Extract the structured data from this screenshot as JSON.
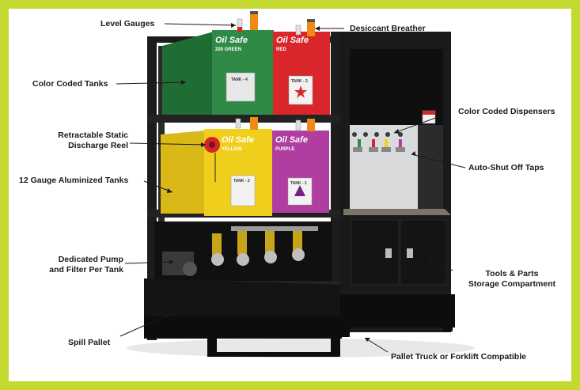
{
  "labels": {
    "level_gauges": "Level Gauges",
    "desiccant_breather": "Desiccant Breather",
    "color_coded_tanks": "Color Coded Tanks",
    "color_coded_dispensers": "Color Coded Dispensers",
    "retractable_reel_line1": "Retractable Static",
    "retractable_reel_line2": "Discharge Reel",
    "auto_shut_off_taps": "Auto-Shut Off Taps",
    "aluminized_tanks": "12 Gauge Aluminized Tanks",
    "pump_line1": "Dedicated Pump",
    "pump_line2": "and Filter Per Tank",
    "tools_line1": "Tools & Parts",
    "tools_line2": "Storage Compartment",
    "spill_pallet": "Spill Pallet",
    "forklift": "Pallet Truck or Forklift Compatible"
  },
  "tanks": [
    {
      "brand": "Oil Safe",
      "sub": "200 GREEN",
      "tag": "TANK - 4",
      "color": "#2e8a44"
    },
    {
      "brand": "Oil Safe",
      "sub": "RED",
      "tag": "TANK - 3",
      "color": "#d8262a"
    },
    {
      "brand": "Oil Safe",
      "sub": "YELLOW",
      "tag": "TANK - 2",
      "color": "#f0cf1c"
    },
    {
      "brand": "Oil Safe",
      "sub": "PURPLE",
      "tag": "TANK - 1",
      "color": "#b03da0"
    }
  ],
  "colors": {
    "border": "#c3d92f",
    "frame": "#1c1c1c",
    "steel": "#d9dadb"
  }
}
